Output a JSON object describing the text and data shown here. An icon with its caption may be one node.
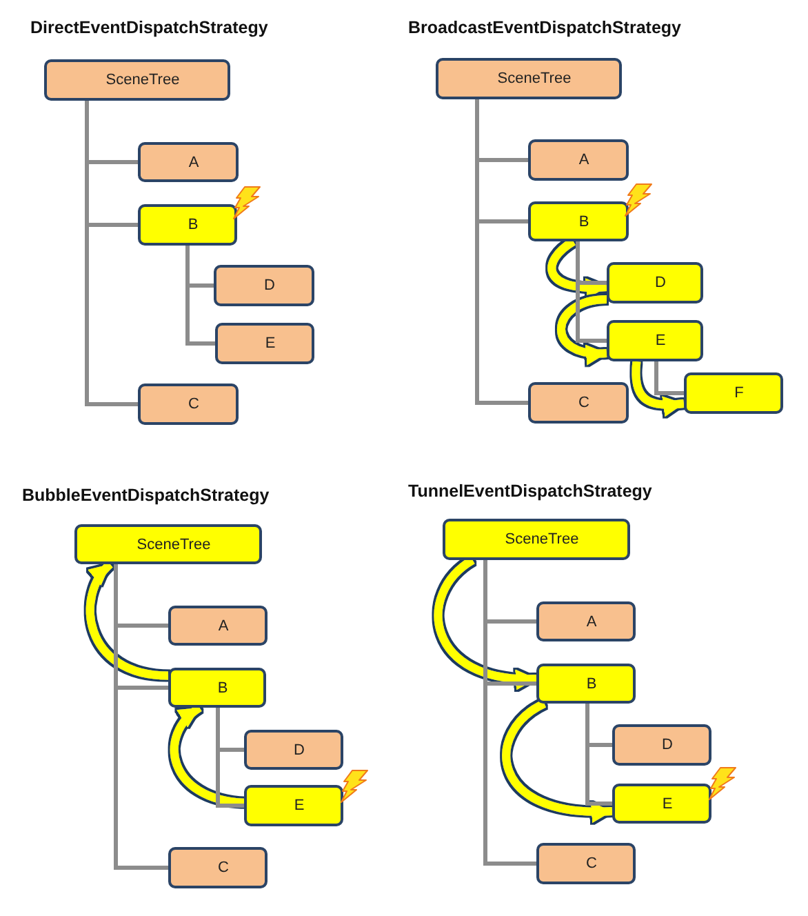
{
  "diagram": {
    "nodes": [
      {
        "text": [
          "SceneTree"
        ]
      },
      {
        "text": [
          "A"
        ]
      },
      {
        "text": [
          "B"
        ]
      },
      {
        "text": [
          "D"
        ]
      },
      {
        "text": [
          "E"
        ]
      },
      {
        "text": [
          "C"
        ]
      },
      {
        "text": [
          "SceneTree"
        ]
      },
      {
        "text": [
          "A"
        ]
      },
      {
        "text": [
          "B"
        ]
      },
      {
        "text": [
          "D"
        ]
      },
      {
        "text": [
          "E"
        ]
      },
      {
        "text": [
          "F"
        ]
      },
      {
        "text": [
          "C"
        ]
      },
      {
        "text": [
          "SceneTree"
        ]
      },
      {
        "text": [
          "A"
        ]
      },
      {
        "text": [
          "B"
        ]
      },
      {
        "text": [
          "D"
        ]
      },
      {
        "text": [
          "E"
        ]
      },
      {
        "text": [
          "C"
        ]
      },
      {
        "text": [
          "SceneTree"
        ]
      },
      {
        "text": [
          "A"
        ]
      },
      {
        "text": [
          "B"
        ]
      },
      {
        "text": [
          "D"
        ]
      },
      {
        "text": [
          "E"
        ]
      },
      {
        "text": [
          "C"
        ]
      }
    ],
    "edges": [
      {
        "from": 0,
        "to": 1,
        "arrow": "none"
      },
      {
        "from": 0,
        "to": 2,
        "arrow": "none"
      },
      {
        "from": 0,
        "to": 5,
        "arrow": "none"
      },
      {
        "from": 2,
        "to": 3,
        "arrow": "none"
      },
      {
        "from": 2,
        "to": 4,
        "arrow": "none"
      },
      {
        "from": 6,
        "to": 7,
        "arrow": "none"
      },
      {
        "from": 6,
        "to": 8,
        "arrow": "none"
      },
      {
        "from": 6,
        "to": 12,
        "arrow": "none"
      },
      {
        "from": 8,
        "to": 9,
        "arrow": "none"
      },
      {
        "from": 8,
        "to": 10,
        "arrow": "none"
      },
      {
        "from": 10,
        "to": 11,
        "arrow": "none"
      },
      {
        "from": 8,
        "to": 9,
        "arrow": "to",
        "style": "thick",
        "color": "#ffff00"
      },
      {
        "from": 9,
        "to": 10,
        "arrow": "to",
        "style": "thick",
        "color": "#ffff00"
      },
      {
        "from": 10,
        "to": 11,
        "arrow": "to",
        "style": "thick",
        "color": "#ffff00"
      },
      {
        "from": 13,
        "to": 14,
        "arrow": "none"
      },
      {
        "from": 13,
        "to": 15,
        "arrow": "none"
      },
      {
        "from": 13,
        "to": 18,
        "arrow": "none"
      },
      {
        "from": 15,
        "to": 16,
        "arrow": "none"
      },
      {
        "from": 15,
        "to": 17,
        "arrow": "none"
      },
      {
        "from": 17,
        "to": 15,
        "arrow": "to",
        "style": "thick",
        "color": "#ffff00"
      },
      {
        "from": 15,
        "to": 13,
        "arrow": "to",
        "style": "thick",
        "color": "#ffff00"
      },
      {
        "from": 19,
        "to": 20,
        "arrow": "none"
      },
      {
        "from": 19,
        "to": 21,
        "arrow": "none"
      },
      {
        "from": 19,
        "to": 24,
        "arrow": "none"
      },
      {
        "from": 21,
        "to": 22,
        "arrow": "none"
      },
      {
        "from": 21,
        "to": 23,
        "arrow": "none"
      },
      {
        "from": 19,
        "to": 21,
        "arrow": "to",
        "style": "thick",
        "color": "#ffff00"
      },
      {
        "from": 21,
        "to": 23,
        "arrow": "to",
        "style": "thick",
        "color": "#ffff00"
      }
    ],
    "labels": [
      "DirectEventDispatchStrategy",
      "BroadcastEventDispatchStrategy",
      "BubbleEventDispatchStrategy",
      "TunnelEventDispatchStrategy"
    ]
  }
}
